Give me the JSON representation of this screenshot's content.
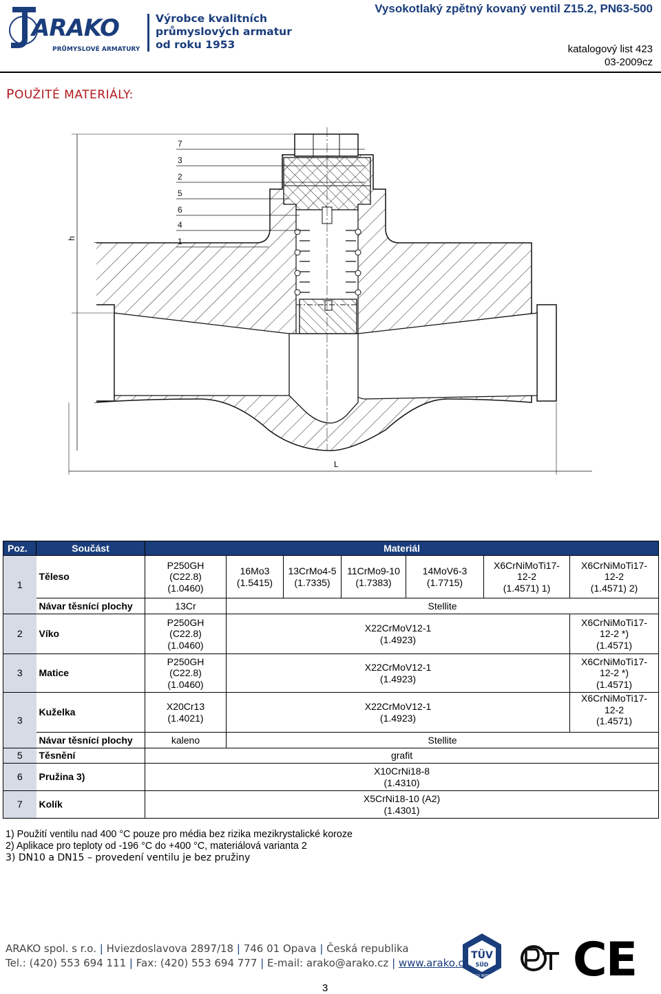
{
  "header": {
    "logo_text": "ARAKO",
    "logo_sub": "PRŮMYSLOVÉ ARMATURY",
    "tagline": [
      "Výrobce kvalitních",
      "průmyslových armatur",
      "od roku 1953"
    ],
    "title": "Vysokotlaký zpětný kovaný ventil Z15.2, PN63-500",
    "catalog_list": "katalogový list 423",
    "catalog_code": "03-2009cz"
  },
  "section_title": {
    "first": "P",
    "rest": "OUŽITÉ MATERIÁLY",
    "colon": ":"
  },
  "drawing": {
    "callouts": [
      "7",
      "3",
      "2",
      "5",
      "6",
      "4",
      "1"
    ],
    "dim_h": "h",
    "dim_l": "L"
  },
  "table": {
    "head": {
      "pos": "Poz.",
      "part": "Součást",
      "material": "Materiál"
    },
    "r1": {
      "num": "1",
      "part": "Těleso",
      "c1": [
        "P250GH",
        "(C22.8)",
        "(1.0460)"
      ],
      "c2": [
        "16Mo3",
        "(1.5415)"
      ],
      "c3": [
        "13CrMo4-5",
        "(1.7335)"
      ],
      "c4": [
        "11CrMo9-10",
        "(1.7383)"
      ],
      "c5": [
        "14MoV6-3",
        "(1.7715)"
      ],
      "c6": [
        "X6CrNiMoTi17-",
        "12-2",
        "(1.4571)  1)"
      ],
      "c7": [
        "X6CrNiMoTi17-",
        "12-2",
        "(1.4571)  2)"
      ]
    },
    "r1b": {
      "part": "Návar těsnící plochy",
      "c1": "13Cr",
      "rest": "Stellite"
    },
    "r2": {
      "num": "2",
      "part": "Víko",
      "c1": [
        "P250GH",
        "(C22.8)",
        "(1.0460)"
      ],
      "mid": [
        "X22CrMoV12-1",
        "(1.4923)"
      ],
      "c7": [
        "X6CrNiMoTi17-",
        "12-2 *)",
        "(1.4571)"
      ]
    },
    "r3": {
      "num": "3",
      "part": "Matice",
      "c1": [
        "P250GH",
        "(C22.8)",
        "(1.0460)"
      ],
      "mid": [
        "X22CrMoV12-1",
        "(1.4923)"
      ],
      "c7": [
        "X6CrNiMoTi17-",
        "12-2 *)",
        "(1.4571)"
      ]
    },
    "r4": {
      "num": "3",
      "part": "Kuželka",
      "c1": [
        "X20Cr13",
        "(1.4021)"
      ],
      "mid": [
        "X22CrMoV12-1",
        "(1.4923)"
      ],
      "c7": [
        "X6CrNiMoTi17-",
        "12-2",
        "(1.4571)"
      ]
    },
    "r4b": {
      "part": "Návar těsnící plochy",
      "c1": "kaleno",
      "rest": "Stellite"
    },
    "r5": {
      "num": "5",
      "part": "Těsnění",
      "mat": "grafit"
    },
    "r6": {
      "num": "6",
      "part": "Pružina   3)",
      "mat": [
        "X10CrNi18-8",
        "(1.4310)"
      ]
    },
    "r7": {
      "num": "7",
      "part": "Kolík",
      "mat": [
        "X5CrNi18-10 (A2)",
        "(1.4301)"
      ]
    }
  },
  "notes": [
    "1) Použití ventilu nad 400 °C pouze pro média bez rizika mezikrystalické koroze",
    "2) Aplikace pro teploty od -196 °C do +400 °C, materiálová varianta 2",
    "3) DN10 a DN15 – provedení ventilu je bez pružiny"
  ],
  "footer": {
    "company": "ARAKO spol. s r.o.",
    "street": "Hviezdoslavova 2897/18",
    "city": "746 01 Opava",
    "country": "Česká republika",
    "tel": "Tel.: (420) 553 694 111",
    "fax": "Fax: (420) 553 694 777",
    "email": "E-mail: arako@arako.cz",
    "web": "www.arako.cz"
  },
  "page_number": "3",
  "certs": {
    "tuv_text": "TÜV",
    "tuv_sub": "SÜD",
    "tuv_iso": "ISO 9001",
    "ce": "CE"
  },
  "colors": {
    "brand_blue": "#1a3d7c",
    "title_red": "#b0181e",
    "header_band": "#1a3d7c",
    "num_cell": "#d6dbe6"
  }
}
